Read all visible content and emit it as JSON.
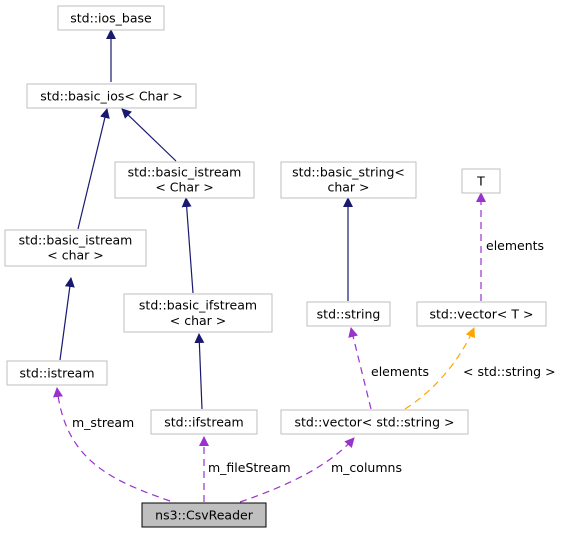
{
  "colors": {
    "inheritance": "#191970",
    "usage": "#9a32cd",
    "template": "#ffa500",
    "focus_fill": "#bfbfbf"
  },
  "nodes": {
    "ios_base": [
      "std::ios_base"
    ],
    "basic_ios": [
      "std::basic_ios< Char >"
    ],
    "basic_istream_Char": [
      "std::basic_istream",
      "< Char >"
    ],
    "basic_istream_char": [
      "std::basic_istream",
      "< char >"
    ],
    "basic_ifstream": [
      "std::basic_ifstream",
      "< char >"
    ],
    "istream": [
      "std::istream"
    ],
    "ifstream": [
      "std::ifstream"
    ],
    "basic_string": [
      "std::basic_string<",
      "char >"
    ],
    "string": [
      "std::string"
    ],
    "T": [
      "T"
    ],
    "vector_T": [
      "std::vector< T >"
    ],
    "vector_string": [
      "std::vector< std::string >"
    ],
    "csv_reader": [
      "ns3::CsvReader"
    ]
  },
  "edge_labels": {
    "m_stream": "m_stream",
    "m_fileStream": "m_fileStream",
    "m_columns": "m_columns",
    "elements_string": "elements",
    "elements_T": "elements",
    "template_arg": "< std::string >"
  }
}
